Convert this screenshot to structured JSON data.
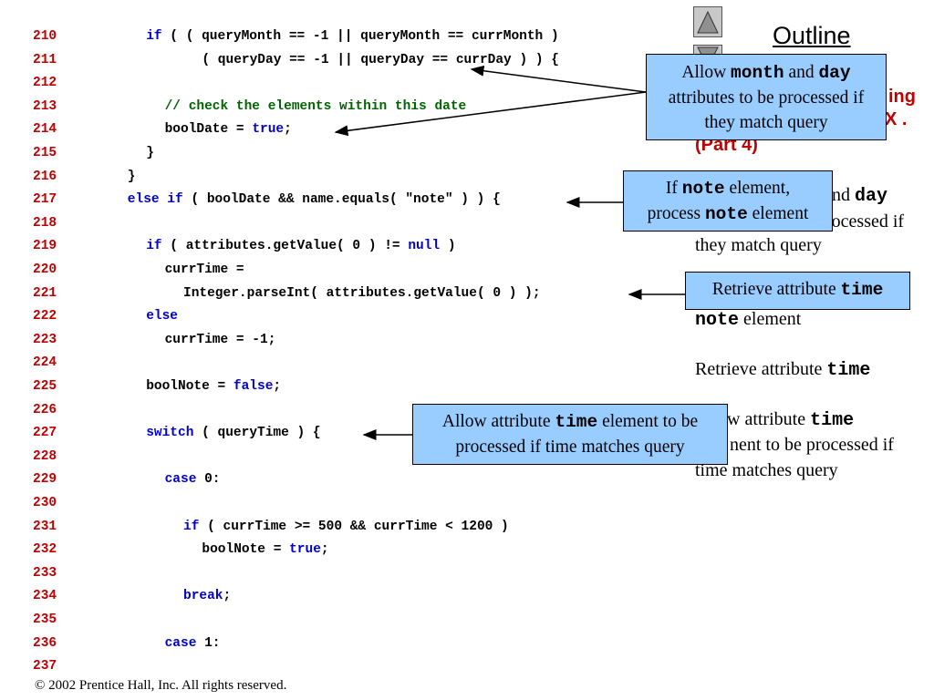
{
  "outline": {
    "title": "Outline"
  },
  "sidebar": {
    "title_fragments": [
      "ing",
      "X .",
      "(Part 4)"
    ],
    "fragment_and": "nd",
    "fragment_day": "day",
    "fragment_processed": "rocessed if",
    "line_they_match": "they match query",
    "note_code": "note",
    "note_text": " element",
    "retrieve_text": "Retrieve attribute ",
    "retrieve_code": "time",
    "allow_frag": "ow attribute ",
    "allow_code": "time",
    "element_frag": "nent to be processed if",
    "time_matches": "time matches query"
  },
  "callouts": {
    "month_day": {
      "t1": "Allow ",
      "c1": "month",
      "t2": " and ",
      "c2": "day",
      "t3": "attributes to be processed if they match query"
    },
    "note": {
      "t1": "If ",
      "c1": "note",
      "t2": " element,",
      "t3": "process ",
      "c2": "note",
      "t4": " element"
    },
    "retrieve": {
      "t1": "Retrieve attribute ",
      "c1": "time"
    },
    "time_element": {
      "t1": "Allow attribute ",
      "c1": "time",
      "t2": " element to be processed if time matches query"
    }
  },
  "footer": {
    "copyright": "© 2002 Prentice Hall, Inc.  All rights reserved."
  },
  "code_lines": [
    {
      "n": "210",
      "indent": 4,
      "tokens": [
        [
          "kw",
          "if"
        ],
        [
          "",
          " ( ( queryMonth == -1 || queryMonth == currMonth )"
        ]
      ]
    },
    {
      "n": "211",
      "indent": 7,
      "tokens": [
        [
          "",
          "( queryDay == -1 || queryDay == currDay ) ) {"
        ]
      ]
    },
    {
      "n": "212",
      "indent": 0,
      "tokens": []
    },
    {
      "n": "213",
      "indent": 5,
      "tokens": [
        [
          "cm",
          "// check the elements within this date"
        ]
      ]
    },
    {
      "n": "214",
      "indent": 5,
      "tokens": [
        [
          "",
          "boolDate = "
        ],
        [
          "kw",
          "true"
        ],
        [
          "",
          ";"
        ]
      ]
    },
    {
      "n": "215",
      "indent": 4,
      "tokens": [
        [
          "",
          "}"
        ]
      ]
    },
    {
      "n": "216",
      "indent": 3,
      "tokens": [
        [
          "",
          "}"
        ]
      ]
    },
    {
      "n": "217",
      "indent": 3,
      "tokens": [
        [
          "kw",
          "else if"
        ],
        [
          "",
          " ( boolDate && name.equals( \"note\" ) ) {"
        ]
      ]
    },
    {
      "n": "218",
      "indent": 0,
      "tokens": []
    },
    {
      "n": "219",
      "indent": 4,
      "tokens": [
        [
          "kw",
          "if"
        ],
        [
          "",
          " ( attributes.getValue( 0 ) != "
        ],
        [
          "kw",
          "null"
        ],
        [
          "",
          " )"
        ]
      ]
    },
    {
      "n": "220",
      "indent": 5,
      "tokens": [
        [
          "",
          "currTime ="
        ]
      ]
    },
    {
      "n": "221",
      "indent": 6,
      "tokens": [
        [
          "",
          "Integer.parseInt( attributes.getValue( 0 ) );"
        ]
      ]
    },
    {
      "n": "222",
      "indent": 4,
      "tokens": [
        [
          "kw",
          "else"
        ]
      ]
    },
    {
      "n": "223",
      "indent": 5,
      "tokens": [
        [
          "",
          "currTime = -1;"
        ]
      ]
    },
    {
      "n": "224",
      "indent": 0,
      "tokens": []
    },
    {
      "n": "225",
      "indent": 4,
      "tokens": [
        [
          "",
          "boolNote = "
        ],
        [
          "kw",
          "false"
        ],
        [
          "",
          ";"
        ]
      ]
    },
    {
      "n": "226",
      "indent": 0,
      "tokens": []
    },
    {
      "n": "227",
      "indent": 4,
      "tokens": [
        [
          "kw",
          "switch"
        ],
        [
          "",
          " ( queryTime ) {"
        ]
      ]
    },
    {
      "n": "228",
      "indent": 0,
      "tokens": []
    },
    {
      "n": "229",
      "indent": 5,
      "tokens": [
        [
          "kw",
          "case"
        ],
        [
          "",
          " 0:"
        ]
      ]
    },
    {
      "n": "230",
      "indent": 0,
      "tokens": []
    },
    {
      "n": "231",
      "indent": 6,
      "tokens": [
        [
          "kw",
          "if"
        ],
        [
          "",
          " ( currTime >= 500 && currTime < 1200 )"
        ]
      ]
    },
    {
      "n": "232",
      "indent": 7,
      "tokens": [
        [
          "",
          "boolNote = "
        ],
        [
          "kw",
          "true"
        ],
        [
          "",
          ";"
        ]
      ]
    },
    {
      "n": "233",
      "indent": 0,
      "tokens": []
    },
    {
      "n": "234",
      "indent": 6,
      "tokens": [
        [
          "kw",
          "break"
        ],
        [
          "",
          ";"
        ]
      ]
    },
    {
      "n": "235",
      "indent": 0,
      "tokens": []
    },
    {
      "n": "236",
      "indent": 5,
      "tokens": [
        [
          "kw",
          "case"
        ],
        [
          "",
          " 1:"
        ]
      ]
    },
    {
      "n": "237",
      "indent": 0,
      "tokens": []
    }
  ]
}
